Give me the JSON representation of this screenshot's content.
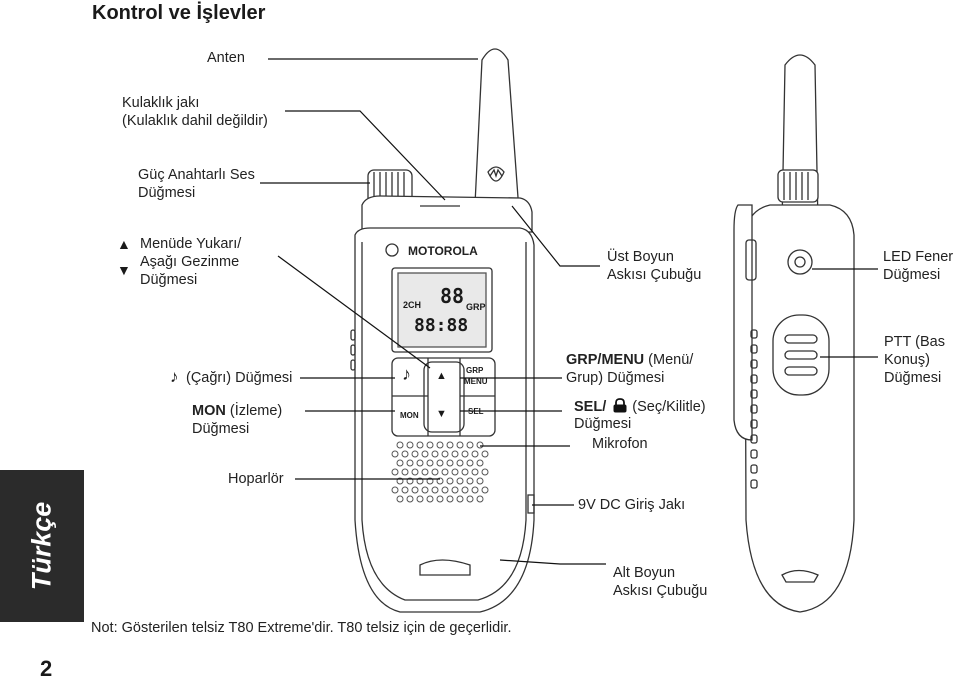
{
  "page": {
    "title": "Kontrol ve İşlevler",
    "note": "Not: Gösterilen telsiz T80 Extreme'dir. T80 telsiz için de geçerlidir.",
    "page_number": "2",
    "side_tab": "Türkçe"
  },
  "left_labels": {
    "antenna": "Anten",
    "headset_jack_1": "Kulaklık jakı",
    "headset_jack_2": "(Kulaklık dahil değildir)",
    "power_volume_1": "Güç Anahtarlı Ses",
    "power_volume_2": "Düğmesi",
    "scroll_1": "Menüde Yukarı/",
    "scroll_2": "Aşağı Gezinme",
    "scroll_3": "Düğmesi",
    "call": "(Çağrı) Düğmesi",
    "monitor_bold": "MON",
    "monitor_rest": " (İzleme)",
    "monitor_2": "Düğmesi",
    "speaker": "Hoparlör"
  },
  "right_labels": {
    "upper_strap_1": "Üst Boyun",
    "upper_strap_2": "Askısı Çubuğu",
    "led_1": "LED Fener",
    "led_2": "Düğmesi",
    "grp_bold": "GRP/MENU",
    "grp_rest": " (Menü/",
    "grp_2": "Grup) Düğmesi",
    "ptt_1": "PTT (Bas",
    "ptt_2": "Konuş)",
    "ptt_3": "Düğmesi",
    "sel_bold": "SEL/",
    "sel_rest": "(Seç/Kilitle)",
    "sel_2": "Düğmesi",
    "mic": "Mikrofon",
    "dc_jack": "9V DC Giriş Jakı",
    "lower_strap_1": "Alt Boyun",
    "lower_strap_2": "Askısı Çubuğu"
  },
  "radio": {
    "brand": "MOTOROLA",
    "lcd_channel": "88",
    "lcd_ch_label": "2CH",
    "lcd_grp_label": "GRP",
    "lcd_segments": "88:88",
    "key_grp_1": "GRP",
    "key_grp_2": "MENU",
    "key_mon": "MON",
    "key_sel": "SEL",
    "key_up": "▲",
    "key_down": "▼",
    "key_note": "♪"
  },
  "icons": {
    "up_arrow": "▲",
    "down_arrow": "▼",
    "note": "♪",
    "lock": "lock-icon"
  }
}
